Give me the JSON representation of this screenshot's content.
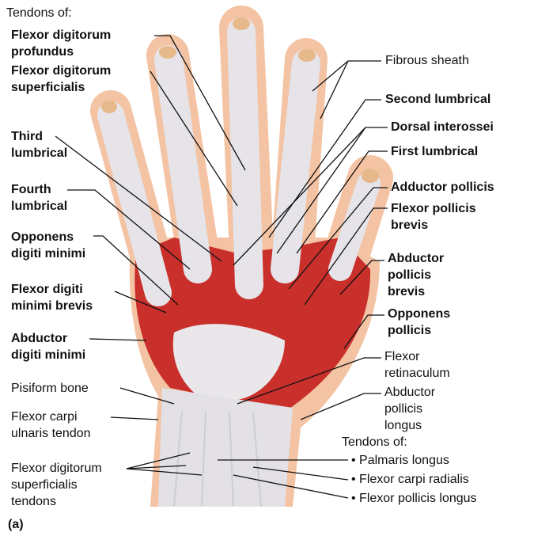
{
  "left_labels": {
    "tendons_of": "Tendons of:",
    "fdp": [
      "Flexor digitorum",
      "profundus"
    ],
    "fds": [
      "Flexor digitorum",
      "superficialis"
    ],
    "third_lumbrical": [
      "Third",
      "lumbrical"
    ],
    "fourth_lumbrical": [
      "Fourth",
      "lumbrical"
    ],
    "opponens_digiti_minimi": [
      "Opponens",
      "digiti minimi"
    ],
    "flexor_digiti_minimi_brevis": [
      "Flexor digiti",
      "minimi brevis"
    ],
    "abductor_digiti_minimi": [
      "Abductor",
      "digiti minimi"
    ],
    "pisiform_bone": "Pisiform bone",
    "fcu_tendon": [
      "Flexor carpi",
      "ulnaris tendon"
    ],
    "fds_tendons": [
      "Flexor digitorum",
      "superficialis",
      "tendons"
    ],
    "panel": "(a)"
  },
  "right_labels": {
    "fibrous_sheath": "Fibrous sheath",
    "second_lumbrical": "Second lumbrical",
    "dorsal_interossei": "Dorsal interossei",
    "first_lumbrical": "First lumbrical",
    "adductor_pollicis": "Adductor pollicis",
    "flexor_pollicis_brevis": [
      "Flexor pollicis",
      "brevis"
    ],
    "abductor_pollicis_brevis": [
      "Abductor",
      "pollicis",
      "brevis"
    ],
    "opponens_pollicis": [
      "Opponens",
      "pollicis"
    ],
    "flexor_retinaculum": [
      "Flexor",
      "retinaculum"
    ],
    "abductor_pollicis_longus": [
      "Abductor",
      "pollicis",
      "longus"
    ],
    "tendons_of": "Tendons of:",
    "tendons": [
      "• Palmaris longus",
      "• Flexor carpi radialis",
      "• Flexor pollicis longus"
    ]
  },
  "colors": {
    "skin": "#f3c3a4",
    "muscle": "#c9302c",
    "tendon": "#e9e7ea",
    "line": "#111111"
  }
}
